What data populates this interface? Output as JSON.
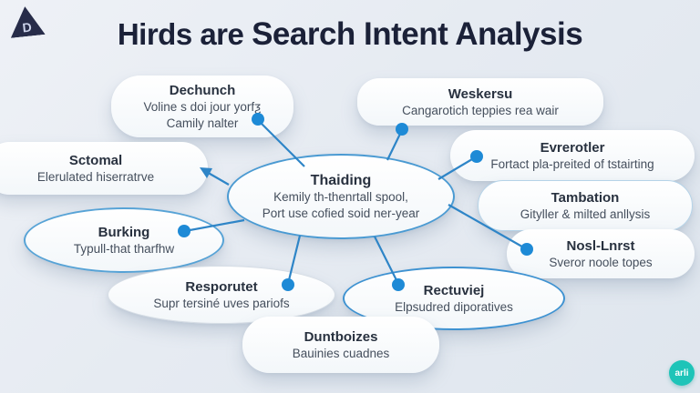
{
  "title": {
    "prefix": "Hirds are",
    "main": "Search Intent Analysis"
  },
  "badges": {
    "top_left_letter": "D",
    "bottom_right": "arli"
  },
  "center": {
    "id": "thaiding",
    "title": "Thaiding",
    "line1": "Kemily th-thenrtall spool,",
    "line2": "Port use cofied soid ner-year"
  },
  "nodes": [
    {
      "id": "dechunch",
      "title": "Dechunch",
      "line1": "Voline s doi jour yorfƺ",
      "line2": "Camily nalter"
    },
    {
      "id": "weskersu",
      "title": "Weskersu",
      "line1": "Cangarotich teppies rea wair"
    },
    {
      "id": "sctomal",
      "title": "Sctomal",
      "line1": "Elerulated hiserratrve"
    },
    {
      "id": "burking",
      "title": "Burking",
      "line1": "Typull-that tharfhw"
    },
    {
      "id": "evrerotler",
      "title": "Evrerotler",
      "line1": "Fortact pla-preited of tstairting"
    },
    {
      "id": "tambation",
      "title": "Tambation",
      "line1": "Gityller & milted anllysis"
    },
    {
      "id": "nosl-lnrst",
      "title": "Nosl-Lnrst",
      "line1": "Sveror noole topes"
    },
    {
      "id": "resporutet",
      "title": "Resporutet",
      "line1": "Supr tersiné uves pariofs"
    },
    {
      "id": "rectuviej",
      "title": "Rectuviej",
      "line1": "Elpsudred diporatives"
    },
    {
      "id": "duntboizes",
      "title": "Duntboizes",
      "line1": "Bauinies cuadnes"
    }
  ],
  "connections": [
    {
      "from": "thaiding",
      "to": "dechunch"
    },
    {
      "from": "thaiding",
      "to": "weskersu"
    },
    {
      "from": "thaiding",
      "to": "evrerotler"
    },
    {
      "from": "thaiding",
      "to": "sctomal"
    },
    {
      "from": "thaiding",
      "to": "burking"
    },
    {
      "from": "thaiding",
      "to": "resporutet"
    },
    {
      "from": "thaiding",
      "to": "rectuviej"
    },
    {
      "from": "thaiding",
      "to": "nosl-lnrst"
    }
  ],
  "colors": {
    "background": "#e7ebf1",
    "title_text": "#1b2138",
    "node_title_text": "#28313f",
    "node_subtitle_text": "#454f5d",
    "connector_line": "#2e85c7",
    "connector_dot": "#1e8ad6",
    "center_outline": "#4a9ad2",
    "oval_outline_blue": "#3e92d1",
    "pill_outline_light": "#b5d3e8",
    "logo_navy": "#272c49",
    "badge_teal": "#1ec4b8"
  }
}
